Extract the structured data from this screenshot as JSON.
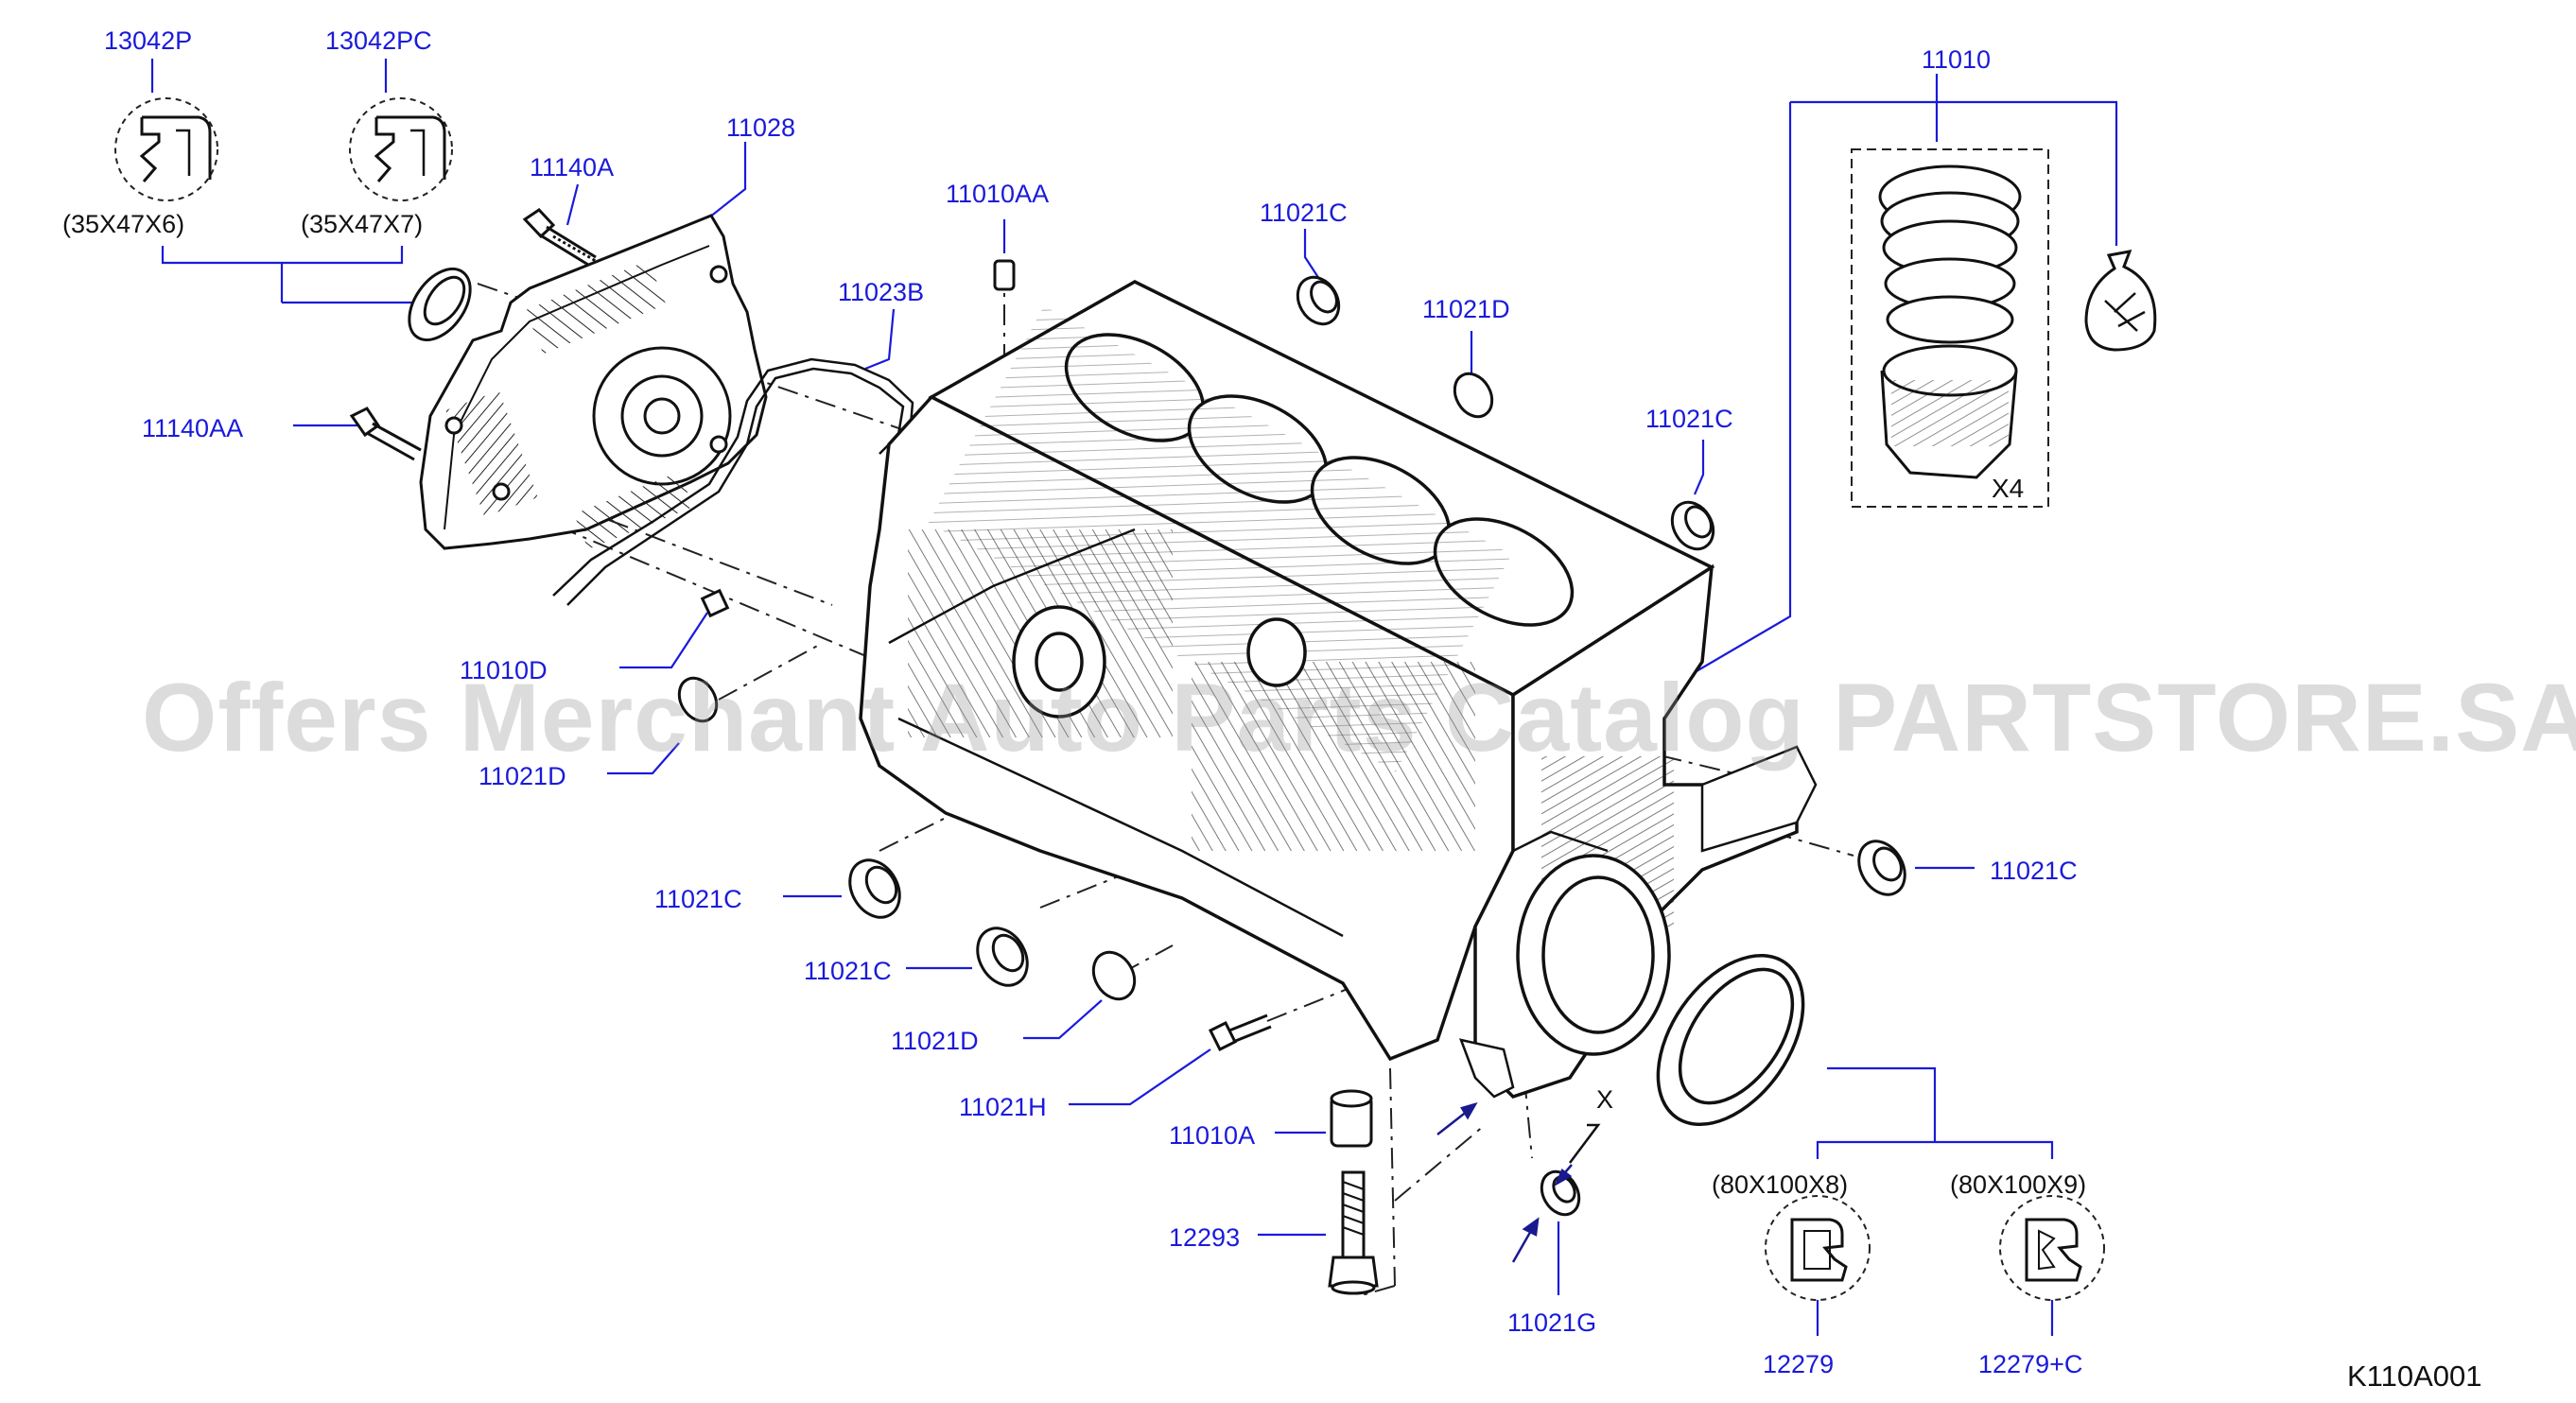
{
  "labels": {
    "p13042p": "13042P",
    "p13042pc": "13042PC",
    "p11140a": "11140A",
    "p11028": "11028",
    "p11010aa": "11010AA",
    "p11021c_top": "11021C",
    "p11021d_top": "11021D",
    "p11023b": "11023B",
    "p11140aa": "11140AA",
    "p11021c_right_top": "11021C",
    "p11010": "11010",
    "p11010d": "11010D",
    "p11021d_left": "11021D",
    "p11021c_left": "11021C",
    "p11021c_mid": "11021C",
    "p11021d_mid": "11021D",
    "p11021h": "11021H",
    "p11010a": "11010A",
    "p12293": "12293",
    "p11021g": "11021G",
    "p11021c_right": "11021C",
    "p12279": "12279",
    "p12279c": "12279+C"
  },
  "dimensions": {
    "seal_small_1": "(35X47X6)",
    "seal_small_2": "(35X47X7)",
    "seal_large_1": "(80X100X8)",
    "seal_large_2": "(80X100X9)"
  },
  "marks": {
    "quantity": "X4",
    "view_marker": "X"
  },
  "watermark": "Offers Merchant Auto Parts Catalog PARTSTORE.SA",
  "figure_code": "K110A001",
  "colors": {
    "label_blue": "#1a1adb",
    "line_color": "#111111",
    "leader_blue": "#1a1adb"
  }
}
